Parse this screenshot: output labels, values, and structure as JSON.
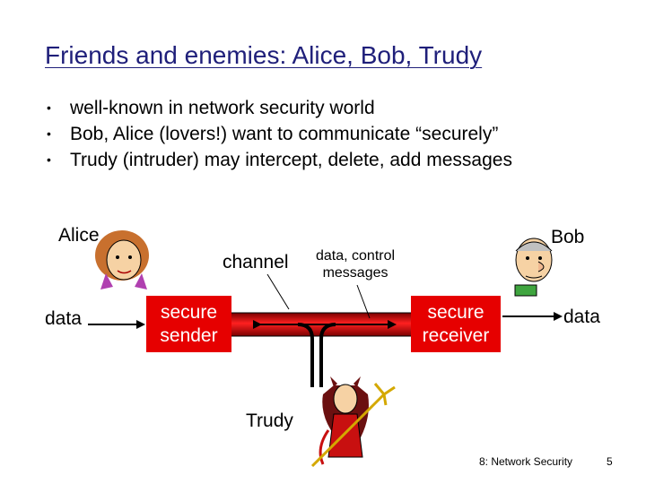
{
  "slide": {
    "title": "Friends and enemies: Alice, Bob, Trudy",
    "bullets": [
      "well-known in network security world",
      "Bob, Alice (lovers!) want to communicate “securely”",
      "Trudy (intruder) may intercept, delete, add messages"
    ]
  },
  "diagram": {
    "alice_label": "Alice",
    "bob_label": "Bob",
    "trudy_label": "Trudy",
    "channel_label": "channel",
    "control_label_line1": "data, control",
    "control_label_line2": "messages",
    "data_in_label": "data",
    "data_out_label": "data",
    "sender_line1": "secure",
    "sender_line2": "sender",
    "receiver_line1": "secure",
    "receiver_line2": "receiver"
  },
  "footer": {
    "section": "8: Network Security",
    "page_number": "5"
  },
  "colors": {
    "title": "#1f1f7a",
    "box": "#e60000",
    "channel": "#e60000"
  },
  "icons": [
    "alice-figure-icon",
    "bob-figure-icon",
    "trudy-devil-figure-icon"
  ]
}
